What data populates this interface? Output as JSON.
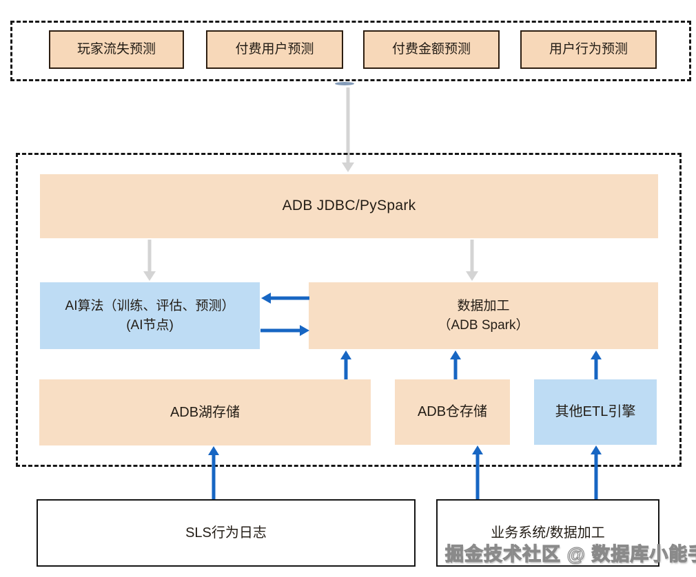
{
  "colors": {
    "peach_box": "#f8dec4",
    "peach_top_box": "#f7d8b9",
    "blue_box": "#bedcf4",
    "blue_arrow": "#1766c3",
    "gray_arrow": "#d4d4d4",
    "dashed_border": "#161616"
  },
  "top_group": {
    "items": [
      {
        "label": "玩家流失预测"
      },
      {
        "label": "付费用户预测"
      },
      {
        "label": "付费金额预测"
      },
      {
        "label": "用户行为预测"
      }
    ]
  },
  "platform": {
    "jdbc_label": "ADB JDBC/PySpark",
    "ai_line1": "AI算法（训练、评估、预测）",
    "ai_line2": "(AI节点)",
    "processing_line1": "数据加工",
    "processing_line2": "（ADB Spark）",
    "lake_label": "ADB湖存储",
    "warehouse_label": "ADB仓存储",
    "etl_label": "其他ETL引擎"
  },
  "sources": {
    "sls_label": "SLS行为日志",
    "business_label": "业务系统/数据加工"
  },
  "watermark": "掘金技术社区 @ 数据库小能手"
}
